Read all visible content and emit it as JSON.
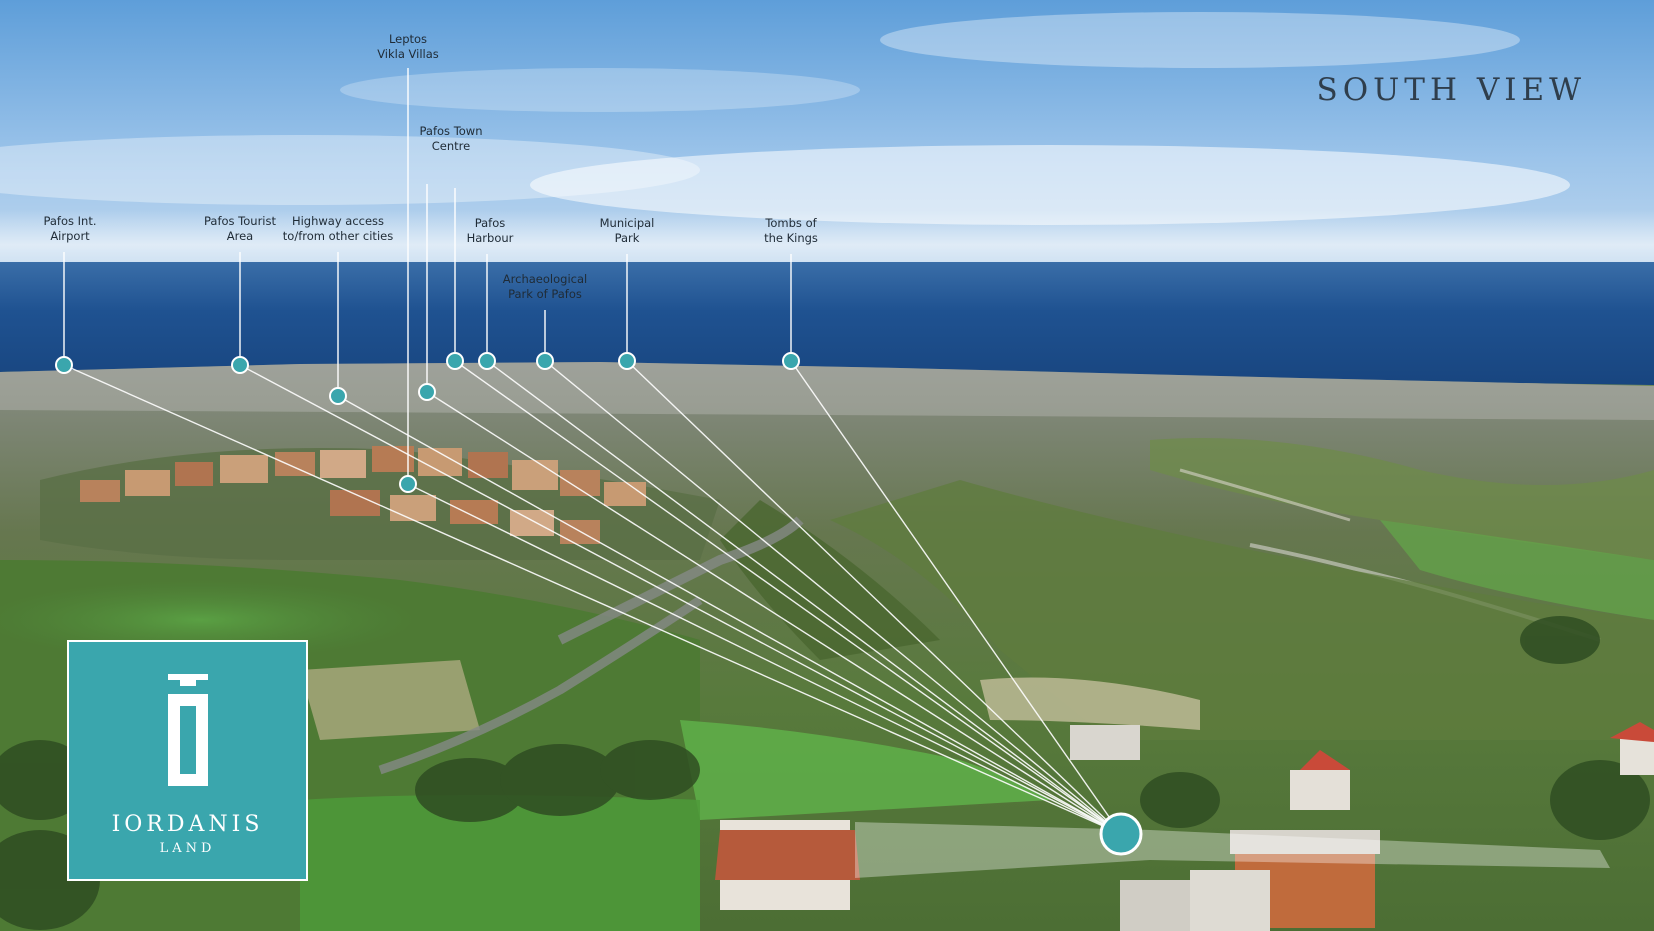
{
  "view_title": "SOUTH VIEW",
  "points_of_interest": [
    {
      "id": "pafos-int-airport",
      "label": "Pafos Int.\nAirport"
    },
    {
      "id": "pafos-tourist-area",
      "label": "Pafos Tourist\nArea"
    },
    {
      "id": "highway-access",
      "label": "Highway access\nto/from other cities"
    },
    {
      "id": "leptos-vikla-villas",
      "label": "Leptos\nVikla Villas"
    },
    {
      "id": "pafos-town-centre",
      "label": "Pafos Town\nCentre"
    },
    {
      "id": "pafos-harbour",
      "label": "Pafos\nHarbour"
    },
    {
      "id": "archaeological-park",
      "label": "Archaeological\nPark of Pafos"
    },
    {
      "id": "municipal-park",
      "label": "Municipal\nPark"
    },
    {
      "id": "tombs-of-the-kings",
      "label": "Tombs of\nthe Kings"
    }
  ],
  "logo": {
    "name": "IORDANIS",
    "subtitle": "LAND"
  },
  "colors": {
    "marker": "#3aa6ad",
    "logo_background": "#3aa6ad",
    "sea": "#1d4f8e",
    "sky_top": "#5f9fda",
    "title_text": "#2f3e4c"
  }
}
